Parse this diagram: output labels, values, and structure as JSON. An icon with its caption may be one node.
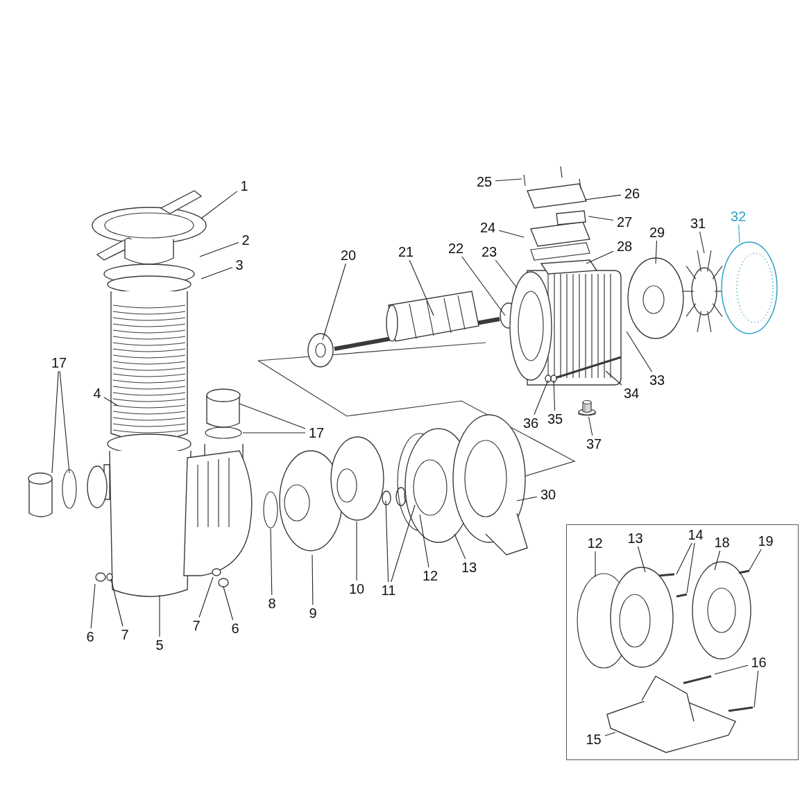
{
  "diagram": {
    "nodes": [
      {
        "text": [
          "25"
        ]
      },
      {
        "text": [
          "1"
        ]
      },
      {
        "text": [
          "26"
        ]
      },
      {
        "text": [
          "32"
        ]
      },
      {
        "text": [
          "27"
        ]
      },
      {
        "text": [
          "31"
        ]
      },
      {
        "text": [
          "24"
        ]
      },
      {
        "text": [
          "29"
        ]
      },
      {
        "text": [
          "2"
        ]
      },
      {
        "text": [
          "28"
        ]
      },
      {
        "text": [
          "20"
        ]
      },
      {
        "text": [
          "21"
        ]
      },
      {
        "text": [
          "22"
        ]
      },
      {
        "text": [
          "23"
        ]
      },
      {
        "text": [
          "3"
        ]
      },
      {
        "text": [
          "17"
        ]
      },
      {
        "text": [
          "33"
        ]
      },
      {
        "text": [
          "4"
        ]
      },
      {
        "text": [
          "34"
        ]
      },
      {
        "text": [
          "35"
        ]
      },
      {
        "text": [
          "36"
        ]
      },
      {
        "text": [
          "17"
        ]
      },
      {
        "text": [
          "37"
        ]
      },
      {
        "text": [
          "30"
        ]
      },
      {
        "text": [
          "13"
        ]
      },
      {
        "text": [
          "11"
        ]
      },
      {
        "text": [
          "12"
        ]
      },
      {
        "text": [
          "10"
        ]
      },
      {
        "text": [
          "8"
        ]
      },
      {
        "text": [
          "9"
        ]
      },
      {
        "text": [
          "7"
        ]
      },
      {
        "text": [
          "6"
        ]
      },
      {
        "text": [
          "7"
        ]
      },
      {
        "text": [
          "6"
        ]
      },
      {
        "text": [
          "5"
        ]
      },
      {
        "text": [],
        "shape": "box"
      },
      {
        "text": [
          "14"
        ],
        "in": 35
      },
      {
        "text": [
          "13"
        ],
        "in": 35
      },
      {
        "text": [
          "12"
        ],
        "in": 35
      },
      {
        "text": [
          "18"
        ],
        "in": 35
      },
      {
        "text": [
          "19"
        ],
        "in": 35
      },
      {
        "text": [
          "16"
        ],
        "in": 35
      },
      {
        "text": [
          "15"
        ],
        "in": 35
      },
      {
        "text": [],
        "shape": "picture"
      }
    ],
    "edges": [
      {
        "from": 0,
        "to": null,
        "arrow": "none"
      },
      {
        "from": 1,
        "to": null,
        "arrow": "none"
      },
      {
        "from": 2,
        "to": null,
        "arrow": "none"
      },
      {
        "from": 3,
        "to": null,
        "arrow": "none",
        "color": "#29a3c9"
      },
      {
        "from": 4,
        "to": null,
        "arrow": "none"
      },
      {
        "from": 5,
        "to": null,
        "arrow": "none"
      },
      {
        "from": 6,
        "to": null,
        "arrow": "none"
      },
      {
        "from": 7,
        "to": null,
        "arrow": "none"
      },
      {
        "from": 8,
        "to": null,
        "arrow": "none"
      },
      {
        "from": 9,
        "to": null,
        "arrow": "none"
      },
      {
        "from": 10,
        "to": null,
        "arrow": "none"
      },
      {
        "from": 11,
        "to": null,
        "arrow": "none"
      },
      {
        "from": 12,
        "to": null,
        "arrow": "none"
      },
      {
        "from": 13,
        "to": null,
        "arrow": "none"
      },
      {
        "from": 14,
        "to": null,
        "arrow": "none"
      },
      {
        "from": 15,
        "to": null,
        "arrow": "none"
      },
      {
        "from": 15,
        "to": null,
        "arrow": "none"
      },
      {
        "from": 16,
        "to": null,
        "arrow": "none"
      },
      {
        "from": 17,
        "to": null,
        "arrow": "none"
      },
      {
        "from": 18,
        "to": null,
        "arrow": "none"
      },
      {
        "from": 19,
        "to": null,
        "arrow": "none"
      },
      {
        "from": 20,
        "to": null,
        "arrow": "none"
      },
      {
        "from": 21,
        "to": null,
        "arrow": "none"
      },
      {
        "from": 21,
        "to": null,
        "arrow": "none"
      },
      {
        "from": 22,
        "to": 43,
        "arrow": "none"
      },
      {
        "from": 23,
        "to": null,
        "arrow": "none"
      },
      {
        "from": 24,
        "to": null,
        "arrow": "none"
      },
      {
        "from": 25,
        "to": null,
        "arrow": "none"
      },
      {
        "from": 25,
        "to": null,
        "arrow": "none"
      },
      {
        "from": 26,
        "to": null,
        "arrow": "none"
      },
      {
        "from": 27,
        "to": null,
        "arrow": "none"
      },
      {
        "from": 28,
        "to": null,
        "arrow": "none"
      },
      {
        "from": 29,
        "to": null,
        "arrow": "none"
      },
      {
        "from": 30,
        "to": null,
        "arrow": "none"
      },
      {
        "from": 31,
        "to": null,
        "arrow": "none"
      },
      {
        "from": 32,
        "to": null,
        "arrow": "none"
      },
      {
        "from": 33,
        "to": null,
        "arrow": "none"
      },
      {
        "from": 34,
        "to": null,
        "arrow": "none"
      },
      {
        "from": 36,
        "to": null,
        "arrow": "none"
      },
      {
        "from": 36,
        "to": null,
        "arrow": "none"
      },
      {
        "from": 37,
        "to": null,
        "arrow": "none"
      },
      {
        "from": 38,
        "to": null,
        "arrow": "none"
      },
      {
        "from": 39,
        "to": null,
        "arrow": "none"
      },
      {
        "from": 40,
        "to": null,
        "arrow": "none"
      },
      {
        "from": 41,
        "to": null,
        "arrow": "none"
      },
      {
        "from": 41,
        "to": null,
        "arrow": "none"
      },
      {
        "from": 42,
        "to": null,
        "arrow": "none"
      }
    ]
  }
}
